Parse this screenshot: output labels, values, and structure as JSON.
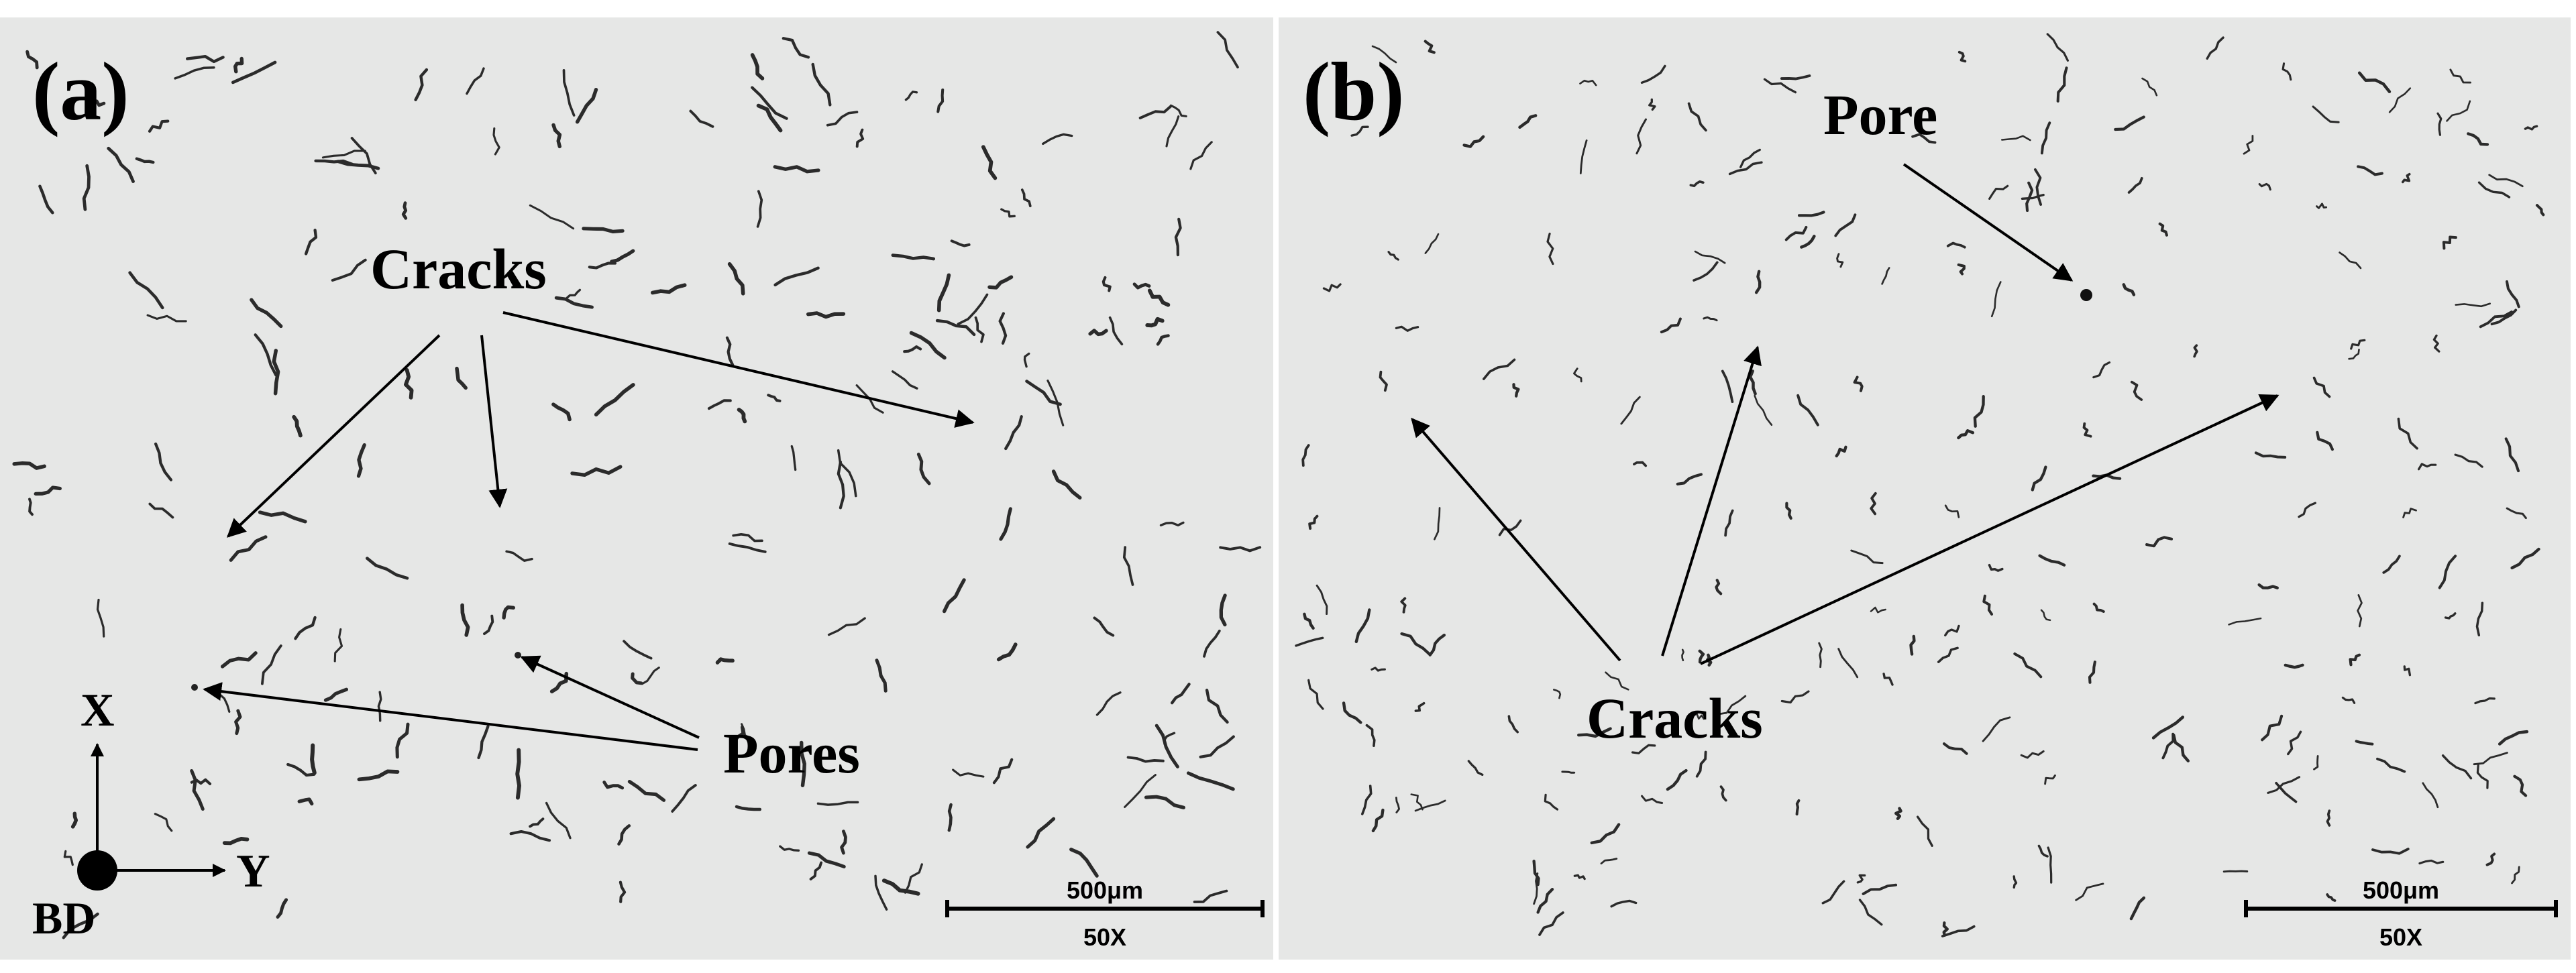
{
  "panels": [
    {
      "panel_label": "(a)",
      "annotations": {
        "cracks": "Cracks",
        "pores": "Pores"
      },
      "axes": {
        "x": "X",
        "y": "Y",
        "bd": "BD"
      },
      "scale_bar": {
        "length": "500μm",
        "magnification": "50X"
      }
    },
    {
      "panel_label": "(b)",
      "annotations": {
        "cracks": "Cracks",
        "pore": "Pore"
      },
      "scale_bar": {
        "length": "500μm",
        "magnification": "50X"
      }
    }
  ],
  "colors": {
    "background": "#e6e7e6",
    "ink": "#000000",
    "defect": "#2b2b2b"
  }
}
